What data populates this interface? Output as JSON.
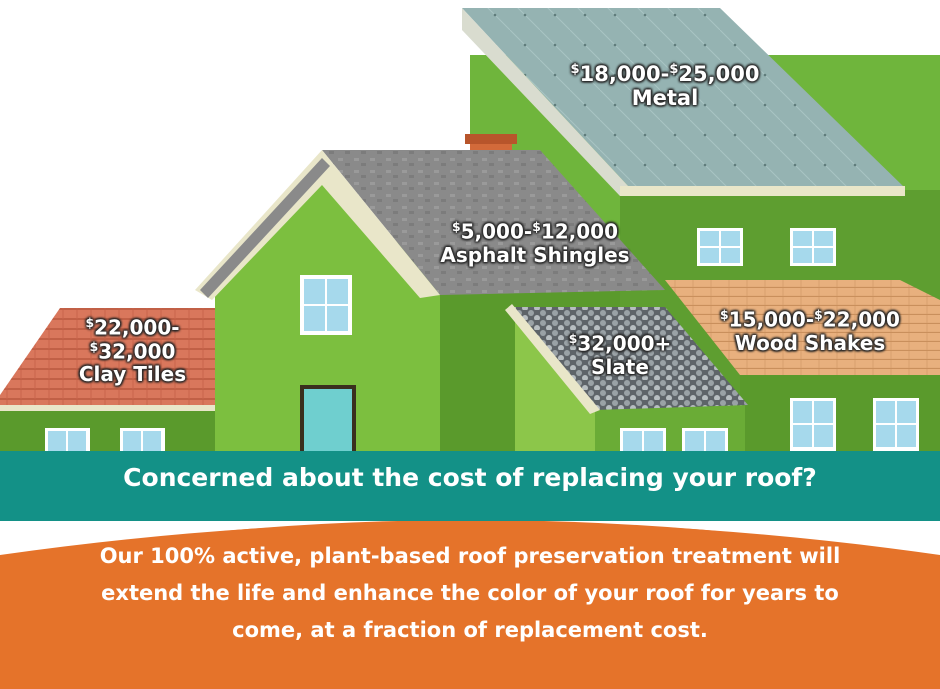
{
  "labels": {
    "metal": {
      "line1_a": "$",
      "line1_b": "18,000-",
      "line1_c": "$",
      "line1_d": "25,000",
      "name": "Metal"
    },
    "asphalt": {
      "line1_a": "$",
      "line1_b": "5,000-",
      "line1_c": "$",
      "line1_d": "12,000",
      "name": "Asphalt Shingles"
    },
    "clay": {
      "line1_a": "$",
      "line1_b": "22,000-",
      "line2_a": "$",
      "line2_b": "32,000",
      "name": "Clay Tiles"
    },
    "slate": {
      "line1_a": "$",
      "line1_b": "32,000+",
      "name": "Slate"
    },
    "wood": {
      "line1_a": "$",
      "line1_b": "15,000-",
      "line1_c": "$",
      "line1_d": "22,000",
      "name": "Wood Shakes"
    }
  },
  "banner": {
    "headline": "Concerned about the cost of replacing your roof?",
    "body": "Our 100% active, plant-based roof preservation treatment will extend the life and enhance the color of your roof for years to come, at a fraction of replacement cost."
  },
  "colors": {
    "green_wall": "#7cbf3f",
    "green_dark": "#5a9a2c",
    "teal": "#139187",
    "orange": "#e5732a",
    "metal_roof": "#95b3b2",
    "asphalt_roof": "#8a8a8a",
    "clay_roof": "#d9775c",
    "wood_roof": "#e8b07e",
    "chimney": "#d36a3a"
  }
}
